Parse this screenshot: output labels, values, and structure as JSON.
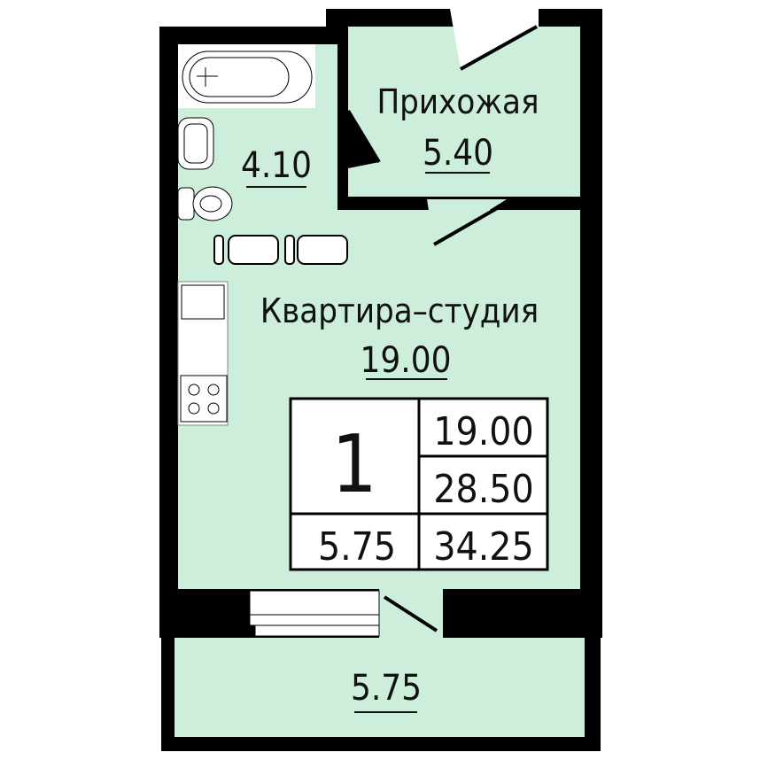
{
  "colors": {
    "floor": "#cdeedb",
    "wall": "#000000",
    "fixture": "#ffffff"
  },
  "rooms": {
    "bathroom": {
      "area": "4.10"
    },
    "hallway": {
      "name": "Прихожая",
      "area": "5.40"
    },
    "studio": {
      "name": "Квартира–студия",
      "area": "19.00"
    },
    "balcony": {
      "area": "5.75"
    }
  },
  "summary": {
    "rooms_count": "1",
    "living_area": "19.00",
    "total_area": "28.50",
    "balcony_area": "5.75",
    "total_with_balcony": "34.25"
  }
}
